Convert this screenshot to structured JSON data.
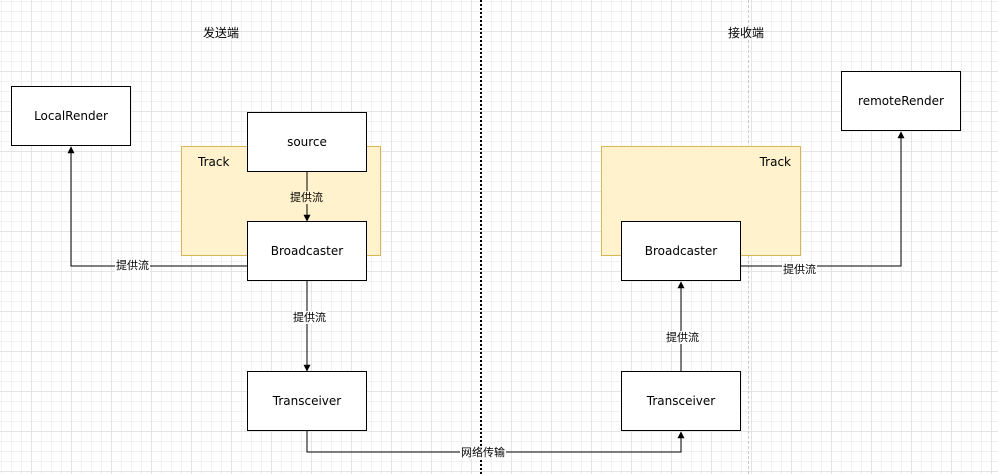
{
  "headers": {
    "sender": "发送端",
    "receiver": "接收端"
  },
  "nodes": {
    "local_render": "LocalRender",
    "source": "source",
    "sender_broadcaster": "Broadcaster",
    "sender_transceiver": "Transceiver",
    "remote_render": "remoteRender",
    "receiver_broadcaster": "Broadcaster",
    "receiver_transceiver": "Transceiver"
  },
  "tracks": {
    "sender_label": "Track",
    "receiver_label": "Track"
  },
  "edges": {
    "source_to_broadcaster": "提供流",
    "broadcaster_to_localrender": "提供流",
    "broadcaster_to_transceiver": "提供流",
    "network": "网络传输",
    "transceiver_to_broadcaster": "提供流",
    "broadcaster_to_remoterender": "提供流"
  }
}
